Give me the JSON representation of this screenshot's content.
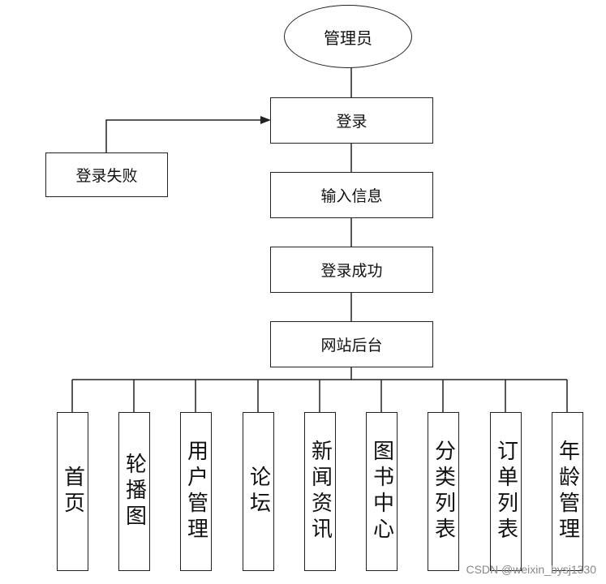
{
  "root": "管理员",
  "login": "登录",
  "login_fail": "登录失败",
  "input_info": "输入信息",
  "login_success": "登录成功",
  "backend": "网站后台",
  "modules": [
    "首页",
    "轮播图",
    "用户管理",
    "论坛",
    "新闻资讯",
    "图书中心",
    "分类列表",
    "订单列表",
    "年龄管理"
  ],
  "watermark": "CSDN @weixin_bysj1330"
}
